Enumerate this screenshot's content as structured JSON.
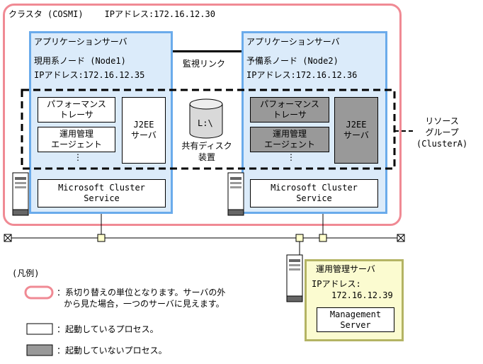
{
  "cluster": {
    "title": "クラスタ (COSMI)",
    "ip": "IPアドレス:172.16.12.30"
  },
  "node1": {
    "title": "アプリケーションサーバ",
    "node": "現用系ノード (Node1)",
    "ip": "IPアドレス:172.16.12.35",
    "perf": [
      "パフォーマンス",
      "トレーサ"
    ],
    "agent": [
      "運用管理",
      "エージェント"
    ],
    "dots": "⋮",
    "j2ee": [
      "J2EE",
      "サーバ"
    ],
    "mscs": [
      "Microsoft Cluster",
      "Service"
    ]
  },
  "node2": {
    "title": "アプリケーションサーバ",
    "node": "予備系ノード (Node2)",
    "ip": "IPアドレス:172.16.12.36",
    "perf": [
      "パフォーマンス",
      "トレーサ"
    ],
    "agent": [
      "運用管理",
      "エージェント"
    ],
    "dots": "⋮",
    "j2ee": [
      "J2EE",
      "サーバ"
    ],
    "mscs": [
      "Microsoft Cluster",
      "Service"
    ]
  },
  "monitor_link": "監視リンク",
  "disk": {
    "drive": "L:\\",
    "label": [
      "共有ディスク",
      "装置"
    ]
  },
  "resource_group": [
    "リソース",
    "グループ",
    "(ClusterA)"
  ],
  "mgmt_server": {
    "title": "運用管理サーバ",
    "ip_label": "IPアドレス:",
    "ip": "172.16.12.39",
    "box": [
      "Management",
      "Server"
    ]
  },
  "legend": {
    "title": "(凡例)",
    "item1": [
      "：系切り替えの単位となります。サーバの外",
      "から見た場合，一つのサーバに見えます。"
    ],
    "item2": "：起動しているプロセス。",
    "item3": "：起動していないプロセス。"
  },
  "colors": {
    "cluster_border": "#f08a94",
    "appserver_border": "#6aabeb",
    "appserver_fill": "#dbebfa",
    "inactive_process": "#999999",
    "mgmt_border": "#b4b464",
    "mgmt_fill": "#fbfbd0"
  }
}
